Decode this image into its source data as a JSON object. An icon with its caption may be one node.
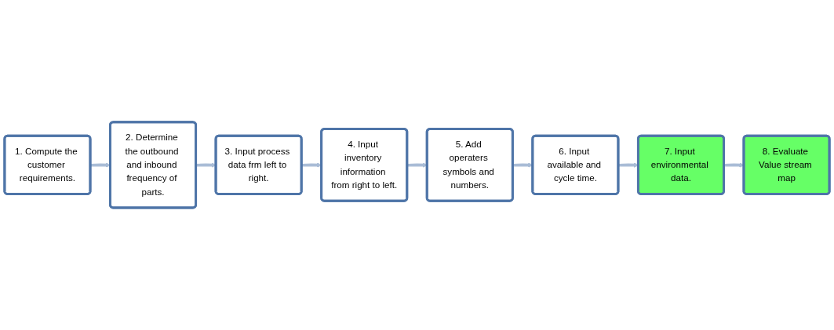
{
  "diagram": {
    "nodes": [
      {
        "text": [
          "1. Compute the customer requirements."
        ]
      },
      {
        "text": [
          "2. Determine the outbound and inbound frequency of parts."
        ]
      },
      {
        "text": [
          "3. Input process data frm left to right."
        ]
      },
      {
        "text": [
          "4. Input inventory information from right to left."
        ]
      },
      {
        "text": [
          "5. Add operaters symbols and numbers."
        ]
      },
      {
        "text": [
          "6. Input available and cycle time."
        ]
      },
      {
        "text": [
          "7. Input environmental data."
        ]
      },
      {
        "text": [
          "8. Evaluate Value stream map"
        ]
      }
    ],
    "edges": [
      {
        "from": 0,
        "to": 1,
        "arrow": "to"
      },
      {
        "from": 1,
        "to": 2,
        "arrow": "to"
      },
      {
        "from": 2,
        "to": 3,
        "arrow": "to"
      },
      {
        "from": 3,
        "to": 4,
        "arrow": "to"
      },
      {
        "from": 4,
        "to": 5,
        "arrow": "to"
      },
      {
        "from": 5,
        "to": 6,
        "arrow": "to"
      },
      {
        "from": 6,
        "to": 7,
        "arrow": "to"
      }
    ]
  }
}
